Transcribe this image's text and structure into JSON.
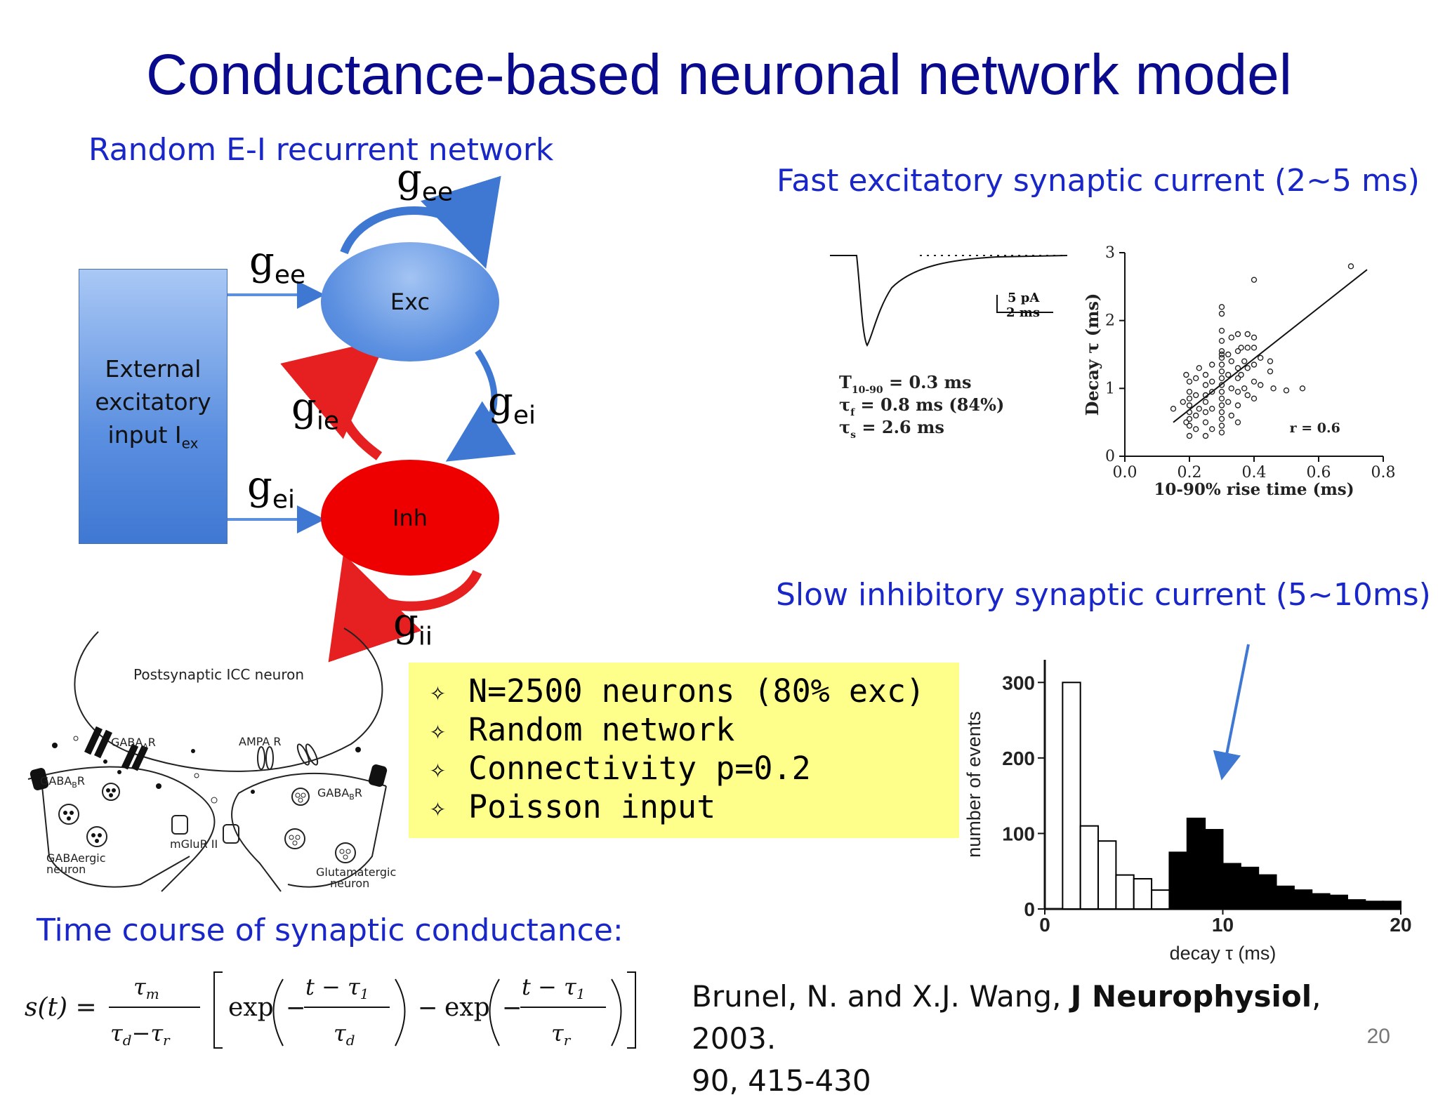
{
  "title": "Conductance-based neuronal network model",
  "network": {
    "heading": "Random E-I recurrent network",
    "external_line1": "External",
    "external_line2": "excitatory",
    "external_line3": "input  I",
    "external_sub": "ex",
    "exc_label": "Exc",
    "inh_label": "Inh",
    "g_base": "g",
    "sub_ee": "ee",
    "sub_ei": "ei",
    "sub_ie": "ie",
    "sub_ii": "ii"
  },
  "synapse_diagram": {
    "postsynaptic": "Postsynaptic ICC neuron",
    "gabaa": "GABA",
    "gabaa_sub": "A",
    "gabaa_r": "R",
    "ampa": "AMPA R",
    "gabab": "GABA",
    "gabab_sub": "B",
    "gabab_r": "R",
    "mglur": "mGluR II",
    "gabaergic_1": "GABAergic",
    "gabaergic_2": "neuron",
    "glutamatergic_1": "Glutamatergic",
    "glutamatergic_2": "neuron"
  },
  "bullets": {
    "star": "✧",
    "items": [
      "N=2500 neurons (80% exc)",
      "Random network",
      "Connectivity p=0.2",
      "Poisson input"
    ]
  },
  "time_course": {
    "heading": "Time course of synaptic conductance:",
    "formula_lhs": "s(t) =",
    "tau_m": "τ",
    "sub_m": "m",
    "tau_d": "τ",
    "sub_d": "d",
    "tau_r": "τ",
    "sub_r": "r",
    "minus": "−",
    "exp": "exp",
    "t_minus": "t − τ",
    "sub_1": "1"
  },
  "fast": {
    "heading": "Fast excitatory synaptic current (2~5 ms)",
    "scale_pa": "5 pA",
    "scale_ms": "2 ms",
    "t1090": "T",
    "t1090_sub": "10-90",
    "t1090_val": " = 0.3 ms",
    "tauf": "τ",
    "tauf_sub": "f",
    "tauf_val": " = 0.8 ms (84%)",
    "taus": "τ",
    "taus_sub": "s",
    "taus_val": " = 2.6 ms",
    "r_label": "r = 0.6"
  },
  "slow": {
    "heading": "Slow inhibitory synaptic current (5~10ms)"
  },
  "reference": {
    "authors": "Brunel, N. and X.J. Wang, ",
    "journal": "J Neurophysiol",
    "year": ", 2003.",
    "pages": "90, 415-430"
  },
  "page_number": "20",
  "chart_data": [
    {
      "type": "scatter",
      "xlabel": "10-90% rise time (ms)",
      "ylabel": "Decay τ (ms)",
      "xlim": [
        0.0,
        0.8
      ],
      "ylim": [
        0,
        3
      ],
      "xticks": [
        "0.0",
        "0.2",
        "0.4",
        "0.6",
        "0.8"
      ],
      "yticks": [
        "0",
        "1",
        "2",
        "3"
      ],
      "annotation": "r = 0.6",
      "fit_line": {
        "x": [
          0.15,
          0.75
        ],
        "y": [
          0.5,
          2.75
        ]
      },
      "points": {
        "x": [
          0.15,
          0.18,
          0.19,
          0.19,
          0.2,
          0.2,
          0.2,
          0.2,
          0.2,
          0.2,
          0.2,
          0.2,
          0.22,
          0.22,
          0.22,
          0.22,
          0.23,
          0.23,
          0.25,
          0.25,
          0.25,
          0.25,
          0.25,
          0.25,
          0.25,
          0.27,
          0.27,
          0.27,
          0.27,
          0.27,
          0.3,
          0.3,
          0.3,
          0.3,
          0.3,
          0.3,
          0.3,
          0.3,
          0.3,
          0.3,
          0.3,
          0.3,
          0.3,
          0.3,
          0.3,
          0.3,
          0.3,
          0.3,
          0.32,
          0.32,
          0.32,
          0.33,
          0.33,
          0.33,
          0.33,
          0.35,
          0.35,
          0.35,
          0.35,
          0.35,
          0.35,
          0.35,
          0.36,
          0.36,
          0.37,
          0.37,
          0.38,
          0.38,
          0.38,
          0.38,
          0.4,
          0.4,
          0.4,
          0.4,
          0.4,
          0.4,
          0.42,
          0.42,
          0.45,
          0.45,
          0.46,
          0.5,
          0.55,
          0.7
        ],
        "y": [
          0.7,
          0.8,
          0.5,
          1.2,
          0.3,
          0.45,
          0.55,
          0.65,
          0.75,
          0.85,
          0.95,
          1.1,
          0.4,
          0.6,
          0.9,
          1.15,
          0.7,
          1.3,
          0.3,
          0.5,
          0.65,
          0.8,
          0.9,
          1.05,
          1.2,
          0.4,
          0.7,
          0.95,
          1.1,
          1.35,
          0.35,
          0.45,
          0.55,
          0.65,
          0.75,
          0.85,
          0.95,
          1.05,
          1.15,
          1.25,
          1.35,
          1.45,
          1.55,
          1.7,
          1.85,
          2.1,
          2.2,
          1.5,
          0.8,
          1.2,
          1.5,
          0.6,
          1.0,
          1.4,
          1.75,
          0.5,
          0.75,
          0.95,
          1.15,
          1.3,
          1.55,
          1.8,
          1.2,
          1.6,
          1.0,
          1.4,
          0.9,
          1.3,
          1.6,
          1.8,
          0.85,
          1.1,
          1.35,
          1.6,
          1.75,
          2.6,
          1.05,
          1.45,
          1.25,
          1.4,
          1.0,
          0.97,
          1.0,
          2.8
        ]
      }
    },
    {
      "type": "bar",
      "xlabel": "decay τ (ms)",
      "ylabel": "number of events",
      "xlim": [
        0,
        20
      ],
      "ylim": [
        0,
        330
      ],
      "xticks": [
        "0",
        "10",
        "20"
      ],
      "yticks": [
        "0",
        "100",
        "200",
        "300"
      ],
      "bin_edges": [
        0,
        1,
        2,
        3,
        4,
        5,
        6,
        7,
        8,
        9,
        10,
        11,
        12,
        13,
        14,
        15,
        16,
        17,
        18,
        19,
        20
      ],
      "series": [
        {
          "values": [
            0,
            300,
            110,
            90,
            45,
            40,
            25,
            0,
            0,
            0,
            0,
            0,
            0,
            0,
            0,
            0,
            0,
            0,
            0,
            0
          ]
        },
        {
          "values": [
            0,
            0,
            0,
            0,
            0,
            0,
            0,
            75,
            120,
            105,
            60,
            55,
            45,
            30,
            25,
            20,
            18,
            12,
            10,
            10
          ]
        }
      ]
    }
  ]
}
